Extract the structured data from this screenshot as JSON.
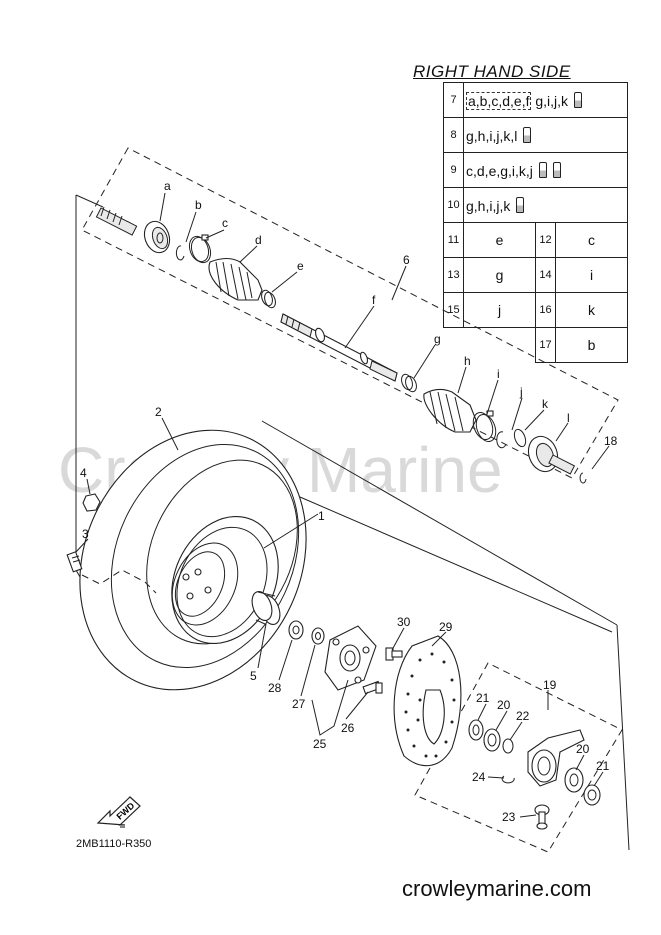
{
  "title": "RIGHT HAND SIDE",
  "diagram_code": "2MB1110-R350",
  "watermark": "Crowley Marine",
  "website": "crowleymarine.com",
  "fwd_label": "FWD",
  "legend": [
    {
      "num": "7",
      "prefix": "a,b,c,d,e,f",
      "suffix": "g,i,j,k",
      "tubes": "1"
    },
    {
      "num": "8",
      "prefix": "",
      "suffix": "g,h,i,j,k,l",
      "tubes": "1"
    },
    {
      "num": "9",
      "prefix": "",
      "suffix": "c,d,e,g,i,k,j",
      "tubes": "2"
    },
    {
      "num": "10",
      "prefix": "",
      "suffix": "g,h,i,j,k",
      "tubes": "1"
    }
  ],
  "legend_pairs": [
    {
      "n1": "11",
      "v1": "e",
      "n2": "12",
      "v2": "c"
    },
    {
      "n1": "13",
      "v1": "g",
      "n2": "14",
      "v2": "i"
    },
    {
      "n1": "15",
      "v1": "j",
      "n2": "16",
      "v2": "k"
    },
    {
      "n1": "",
      "v1": "",
      "n2": "17",
      "v2": "b"
    }
  ],
  "part_labels": {
    "a": "a",
    "b": "b",
    "c": "c",
    "d": "d",
    "e": "e",
    "f": "f",
    "g": "g",
    "h": "h",
    "i": "i",
    "j": "j",
    "k": "k",
    "l": "l",
    "p1": "1",
    "p2": "2",
    "p3": "3",
    "p4": "4",
    "p5": "5",
    "p6": "6",
    "p18": "18",
    "p19": "19",
    "p20a": "20",
    "p20b": "20",
    "p21a": "21",
    "p21b": "21",
    "p22": "22",
    "p23": "23",
    "p24": "24",
    "p25": "25",
    "p26": "26",
    "p27": "27",
    "p28": "28",
    "p29": "29",
    "p30": "30"
  }
}
